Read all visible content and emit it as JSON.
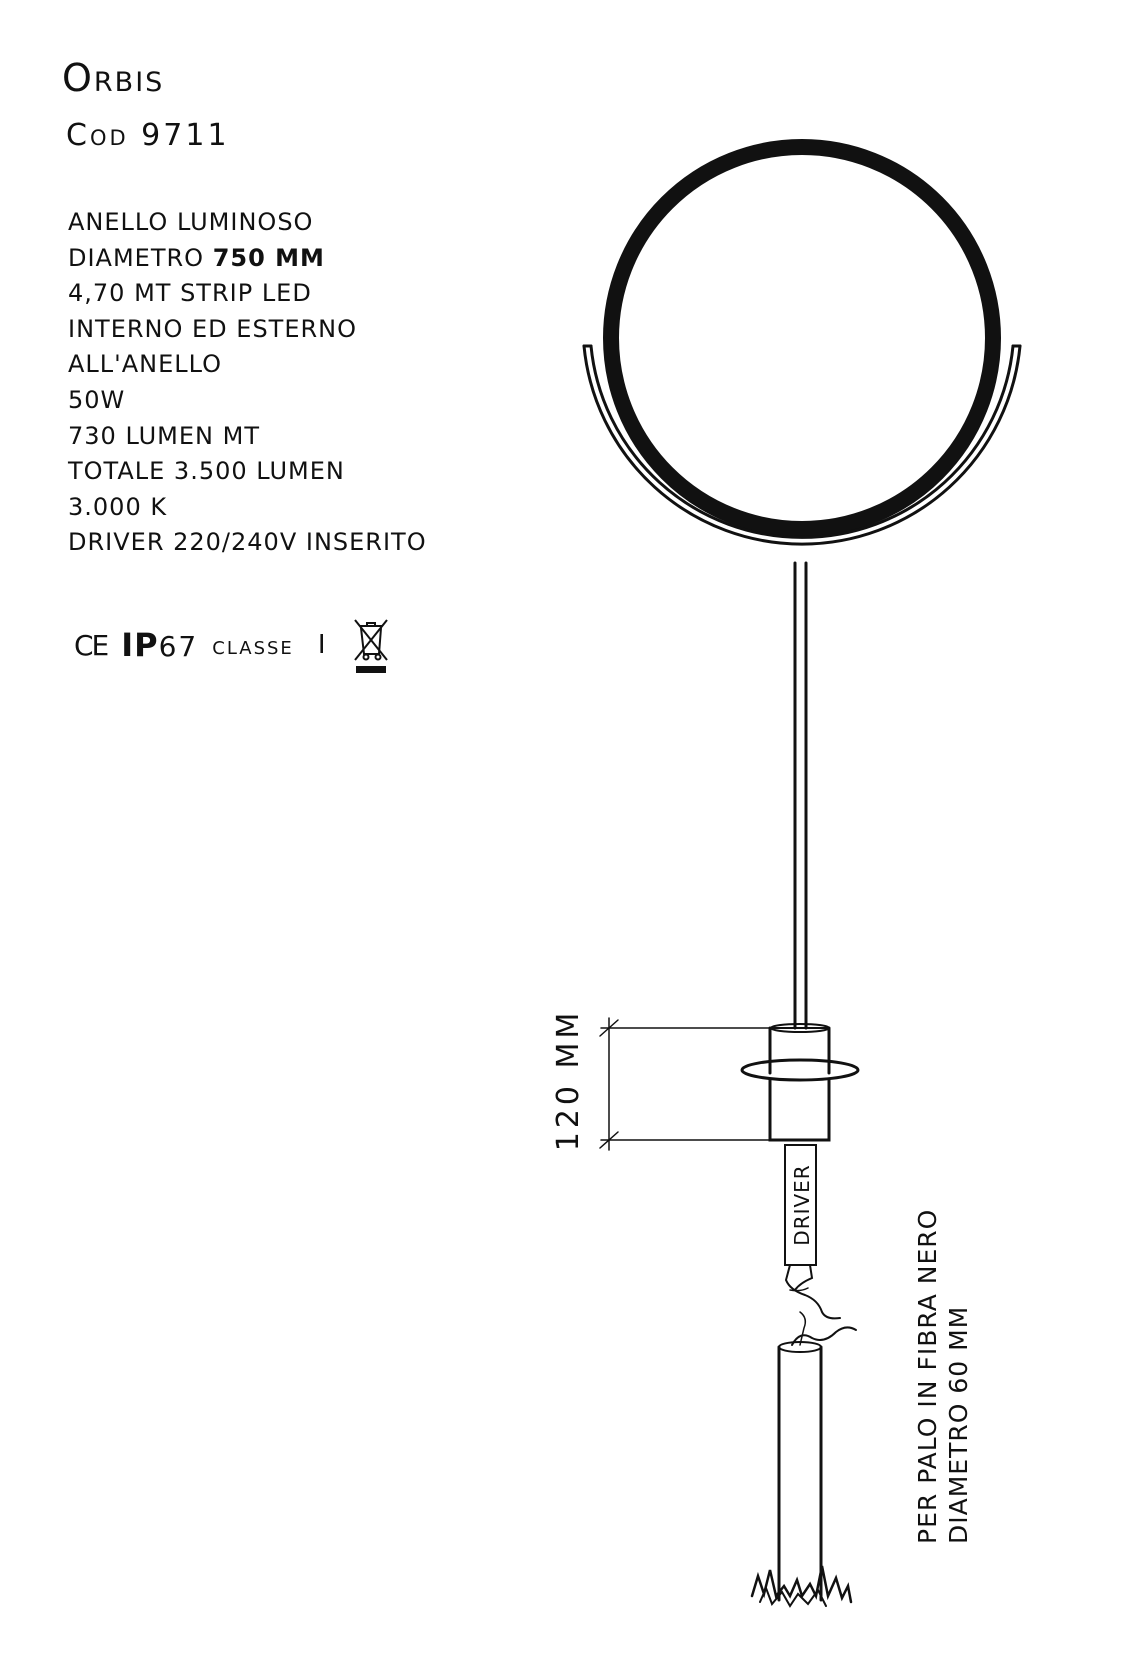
{
  "product": {
    "name": "Orbis",
    "code": "Cod 9711"
  },
  "specs": [
    {
      "text": "ANELLO LUMINOSO"
    },
    {
      "text": "DIAMETRO ",
      "bold": "750 MM"
    },
    {
      "text": "4,70 MT STRIP LED"
    },
    {
      "text": "INTERNO ED ESTERNO"
    },
    {
      "text": "ALL'ANELLO"
    },
    {
      "text": "50W"
    },
    {
      "text": "730 LUMEN MT"
    },
    {
      "text": "TOTALE 3.500 LUMEN"
    },
    {
      "text": "3.000 K"
    },
    {
      "text": "DRIVER 220/240V INSERITO"
    }
  ],
  "certification": {
    "ce": "CE",
    "ip_prefix": "IP",
    "ip_number": "67",
    "classe_label": "classe",
    "classe_number": "I",
    "weee_icon": "crossed-out-wheelie-bin-icon"
  },
  "drawing": {
    "dimension_label": "120 MM",
    "driver_label": "DRIVER",
    "pole_note_line1": "PER PALO IN FIBRA NERO",
    "pole_note_line2": "DIAMETRO 60 MM"
  },
  "colors": {
    "ink": "#111111",
    "background": "#ffffff"
  }
}
